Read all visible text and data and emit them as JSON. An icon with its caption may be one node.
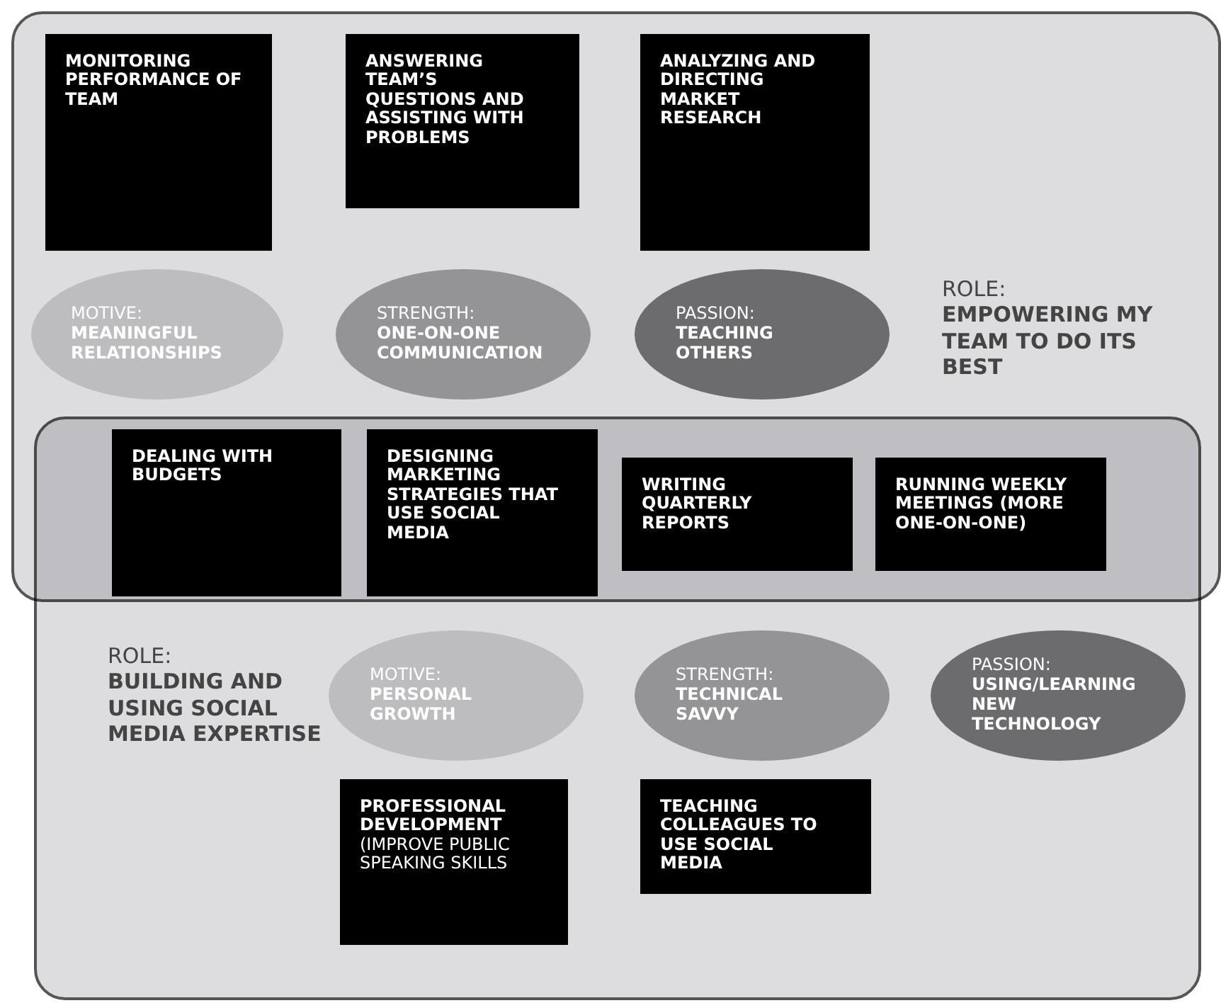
{
  "diagram": {
    "nodes": [
      {
        "text": [
          "ROLE:",
          "EMPOWERING MY TEAM TO DO ITS BEST"
        ]
      },
      {
        "text": [
          "MONITORING PERFORMANCE OF TEAM"
        ],
        "in": 0
      },
      {
        "text": [
          "ANSWERING TEAM’S QUESTIONS AND ASSISTING WITH PROBLEMS"
        ],
        "in": 0
      },
      {
        "text": [
          "ANALYZING AND DIRECTING MARKET RESEARCH"
        ],
        "in": 0
      },
      {
        "text": [
          "MOTIVE:",
          "MEANINGFUL RELATIONSHIPS"
        ],
        "in": 0
      },
      {
        "text": [
          "STRENGTH:",
          "ONE-ON-ONE COMMUNICATION"
        ],
        "in": 0
      },
      {
        "text": [
          "PASSION:",
          "TEACHING OTHERS"
        ],
        "in": 0
      },
      {
        "text": [
          "ROLE:",
          "BUILDING AND USING SOCIAL MEDIA EXPERTISE"
        ]
      },
      {
        "text": [
          "DEALING WITH BUDGETS"
        ]
      },
      {
        "text": [
          "DESIGNING MARKETING STRATEGIES THAT USE SOCIAL MEDIA"
        ]
      },
      {
        "text": [
          "WRITING QUARTERLY REPORTS"
        ]
      },
      {
        "text": [
          "RUNNING WEEKLY MEETINGS (MORE ONE-ON-ONE)"
        ]
      },
      {
        "text": [
          "MOTIVE:",
          "PERSONAL GROWTH"
        ],
        "in": 7
      },
      {
        "text": [
          "STRENGTH:",
          "TECHNICAL SAVVY"
        ],
        "in": 7
      },
      {
        "text": [
          "PASSION:",
          "USING/LEARNING NEW TECHNOLOGY"
        ],
        "in": 7
      },
      {
        "text": [
          "PROFESSIONAL DEVELOPMENT",
          "(IMPROVE PUBLIC SPEAKING SKILLS"
        ],
        "in": 7
      },
      {
        "text": [
          "TEACHING COLLEAGUES TO USE SOCIAL MEDIA"
        ],
        "in": 7
      }
    ],
    "edges": []
  }
}
